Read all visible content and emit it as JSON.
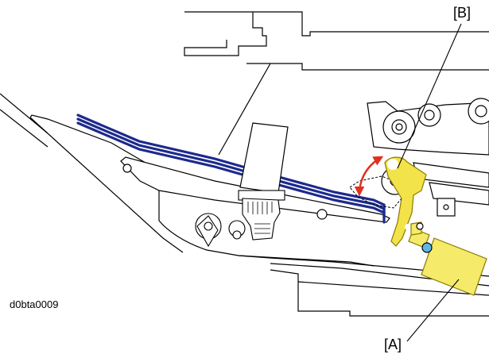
{
  "labels": {
    "callout_a": "[A]",
    "callout_b": "[B]",
    "figure_id": "d0bta0009"
  },
  "colors": {
    "paper_stack": "#1c2a8c",
    "lever_fill": "#f2e34a",
    "lever_stroke": "#8a7a00",
    "solenoid_fill": "#f5ea6a",
    "sensor_blue": "#5fb6e6",
    "motion_arrow": "#e0301e",
    "line": "#000000"
  },
  "paper_stack": {
    "sheet_count": 3
  }
}
